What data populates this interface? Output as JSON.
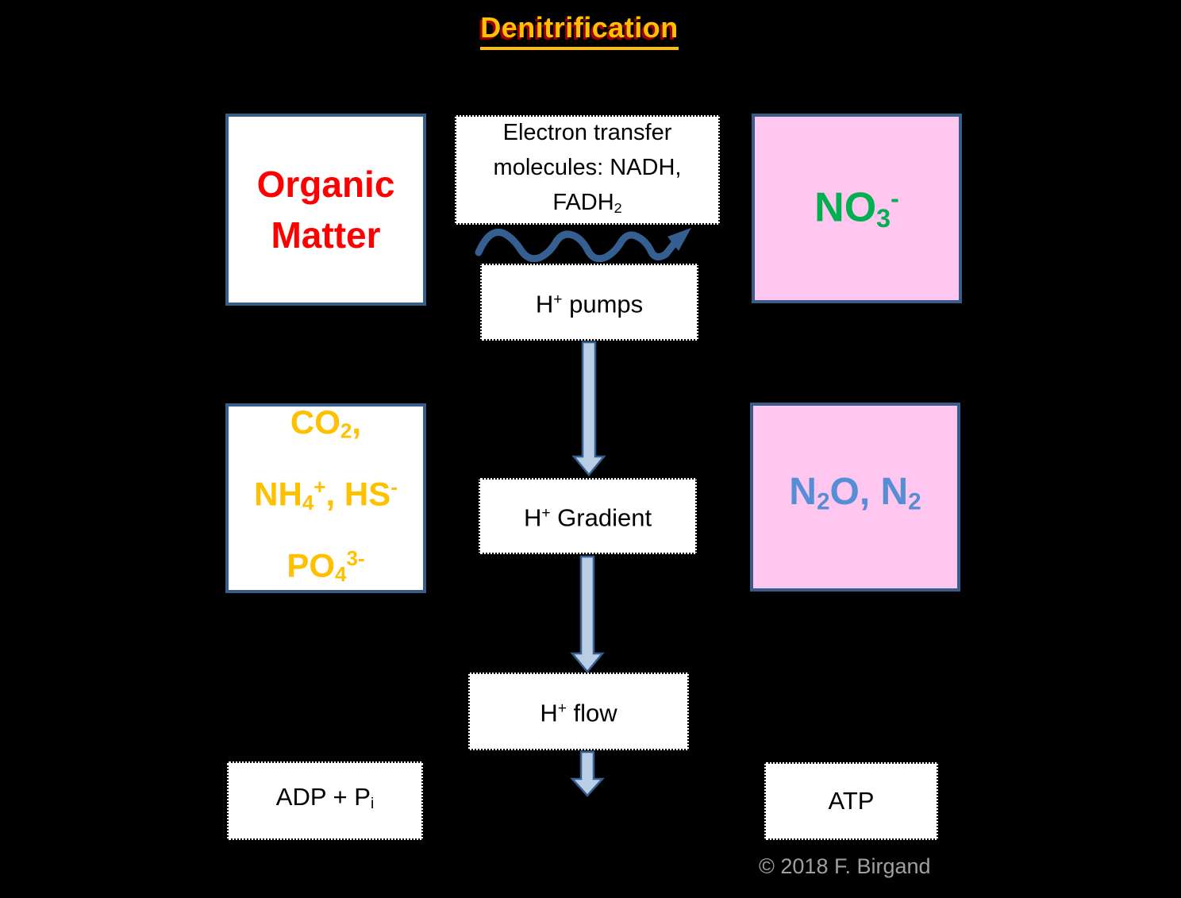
{
  "title": "Denitrification",
  "copyright": "© 2018 F. Birgand",
  "colors": {
    "background": "#000000",
    "box_border_blue": "#385D8A",
    "pink_fill": "#FFC7F0",
    "white_fill": "#FFFFFF",
    "title_gold": "#FFC000",
    "title_shadow_red": "#B90000",
    "organic_red": "#FF0000",
    "nutrients_gold": "#FFC000",
    "nitrate_green": "#00B050",
    "gas_blue": "#558ED5",
    "arrow_fill": "#B9CDE5",
    "arrow_stroke": "#365F91",
    "copyright_gray": "#A0A0A0"
  },
  "boxes": {
    "organic_matter": {
      "lines": [
        [
          {
            "text": "Organic"
          }
        ],
        [
          {
            "text": "Matter"
          }
        ]
      ]
    },
    "electron_transfer": {
      "lines": [
        [
          {
            "text": "Electron transfer"
          }
        ],
        [
          {
            "text": "molecules: NADH,"
          }
        ],
        [
          {
            "text": "FADH"
          },
          {
            "text": "2",
            "style": "sub"
          }
        ]
      ]
    },
    "nitrate": {
      "lines": [
        [
          {
            "text": "NO"
          },
          {
            "text": "3",
            "style": "sub"
          },
          {
            "text": "-",
            "style": "sup"
          }
        ]
      ]
    },
    "h_pumps": {
      "lines": [
        [
          {
            "text": "H"
          },
          {
            "text": "+",
            "style": "sup"
          },
          {
            "text": " pumps"
          }
        ]
      ]
    },
    "mineralized_nutrients": {
      "lines": [
        [
          {
            "text": "CO"
          },
          {
            "text": "2",
            "style": "sub"
          },
          {
            "text": ","
          }
        ],
        [
          {
            "text": "NH"
          },
          {
            "text": "4",
            "style": "sub"
          },
          {
            "text": "+",
            "style": "sup"
          },
          {
            "text": ", HS"
          },
          {
            "text": "-",
            "style": "sup"
          }
        ],
        [
          {
            "text": "PO"
          },
          {
            "text": "4",
            "style": "sub"
          },
          {
            "text": "3-",
            "style": "sup"
          }
        ]
      ]
    },
    "h_gradient": {
      "lines": [
        [
          {
            "text": "H"
          },
          {
            "text": "+",
            "style": "sup"
          },
          {
            "text": " Gradient"
          }
        ]
      ]
    },
    "nitrogen_gases": {
      "lines": [
        [
          {
            "text": "N"
          },
          {
            "text": "2",
            "style": "sub"
          },
          {
            "text": "O, N"
          },
          {
            "text": "2",
            "style": "sub"
          }
        ]
      ]
    },
    "h_flow": {
      "lines": [
        [
          {
            "text": "H"
          },
          {
            "text": "+",
            "style": "sup"
          },
          {
            "text": " flow"
          }
        ]
      ]
    },
    "adp": {
      "lines": [
        [
          {
            "text": "ADP + P"
          },
          {
            "text": "i",
            "style": "sub"
          }
        ]
      ]
    },
    "atp": {
      "lines": [
        [
          {
            "text": "ATP"
          }
        ]
      ]
    }
  }
}
